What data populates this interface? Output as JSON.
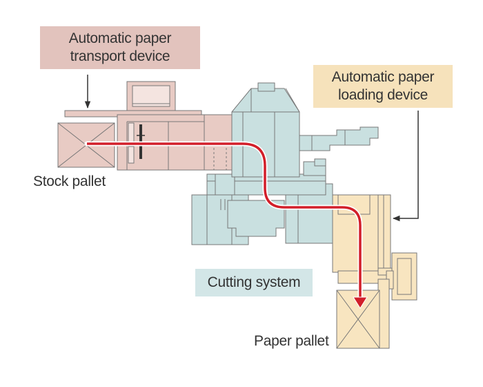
{
  "labels": {
    "transport_line1": "Automatic paper",
    "transport_line2": "transport device",
    "loading_line1": "Automatic paper",
    "loading_line2": "loading device",
    "cutting": "Cutting system",
    "stock_pallet": "Stock pallet",
    "paper_pallet": "Paper pallet"
  },
  "colors": {
    "transport": "#e8cbc4",
    "transport_box": "#e2c3bd",
    "loading": "#f8e5c0",
    "loading_box": "#f6e2bb",
    "cutting": "#c9e0e0",
    "cutting_box": "#d3e6e7",
    "outline": "#777777",
    "flow_arrow": "#d21f2a",
    "pointer": "#333333"
  }
}
